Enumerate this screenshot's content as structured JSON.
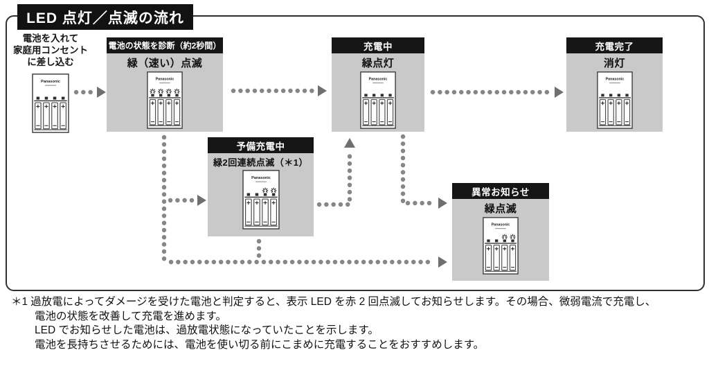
{
  "title": "LED 点灯／点滅の流れ",
  "start": {
    "lines": [
      "電池を入れて",
      "家庭用コンセント",
      "に差し込む"
    ]
  },
  "charger": {
    "brand": "Panasonic"
  },
  "stages": {
    "diagnose": {
      "header": "電池の状態を診断（約2秒間）",
      "led": "緑（速い）点滅"
    },
    "charging": {
      "header": "充電中",
      "led": "緑点灯"
    },
    "complete": {
      "header": "充電完了",
      "led": "消灯"
    },
    "precharge": {
      "header": "予備充電中",
      "led": "緑2回連続点滅（＊1）"
    },
    "abnormal": {
      "header": "異常お知らせ",
      "led": "緑点滅"
    }
  },
  "footnote": {
    "marker": "＊1",
    "lines": [
      "過放電によってダメージを受けた電池と判定すると、表示 LED を赤 2 回点滅してお知らせします。その場合、微弱電流で充電し、",
      "電池の状態を改善して充電を進めます。",
      "LED でお知らせした電池は、過放電状態になっていたことを示します。",
      "電池を長持ちさせるためには、電池を使い切る前にこまめに充電することをおすすめします。"
    ]
  }
}
